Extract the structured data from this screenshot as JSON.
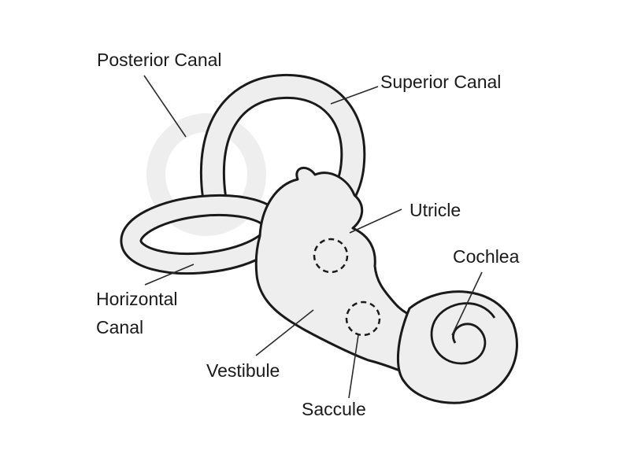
{
  "labels": {
    "posterior_canal": "Posterior Canal",
    "superior_canal": "Superior Canal",
    "utricle": "Utricle",
    "cochlea": "Cochlea",
    "horizontal_canal_line1": "Horizontal",
    "horizontal_canal_line2": "Canal",
    "vestibule": "Vestibule",
    "saccule": "Saccule"
  },
  "colors": {
    "fill": "#eeeeee",
    "outline": "#1a1a1a",
    "background": "#ffffff"
  }
}
